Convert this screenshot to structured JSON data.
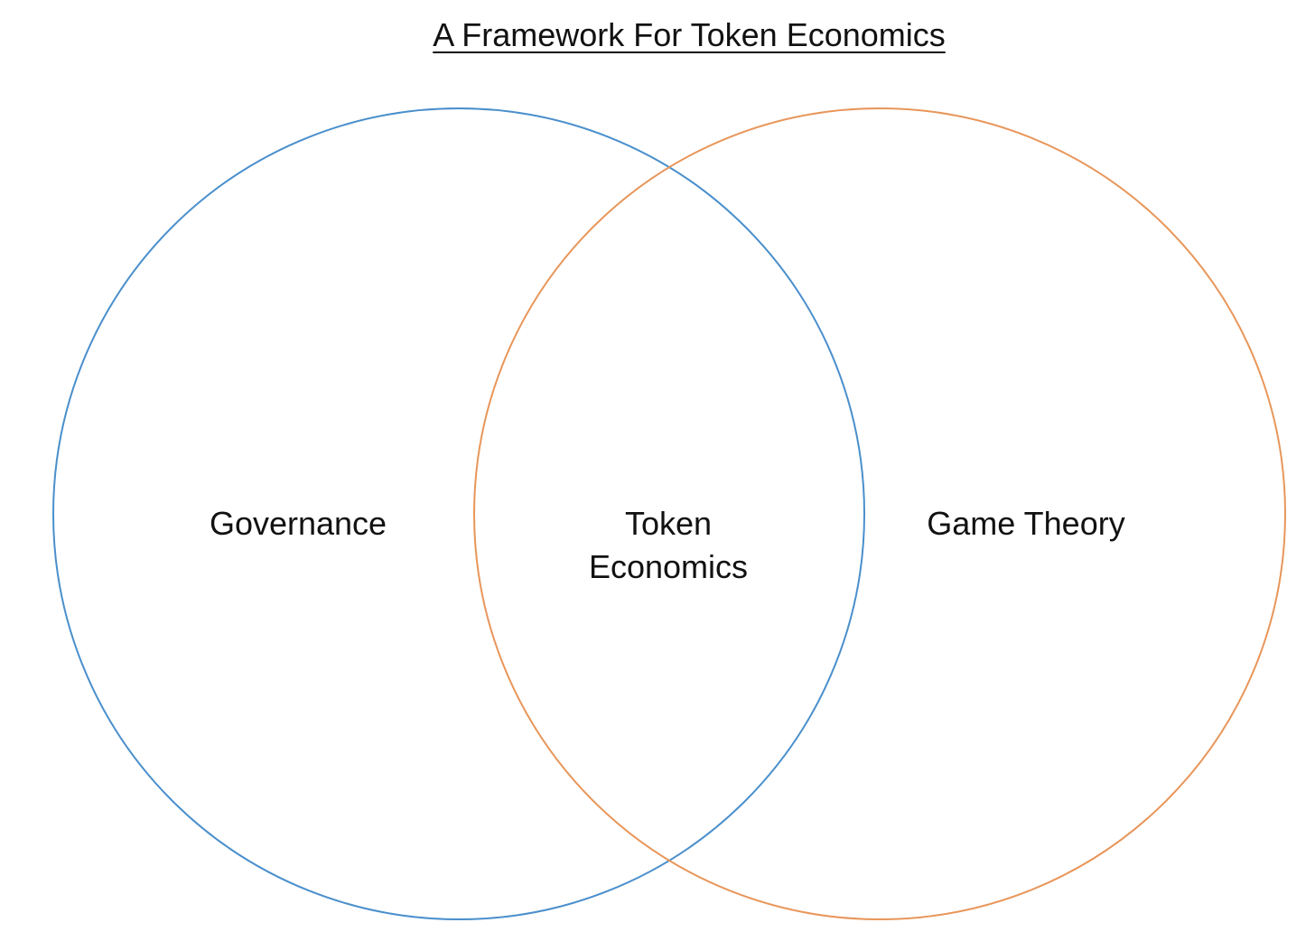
{
  "title": "A Framework For Token Economics",
  "circles": [
    {
      "label": "Governance",
      "stroke": "#4a8fcc"
    },
    {
      "label": "Game Theory",
      "stroke": "#e8965a"
    }
  ],
  "intersection": {
    "line1": "Token",
    "line2": "Economics"
  }
}
